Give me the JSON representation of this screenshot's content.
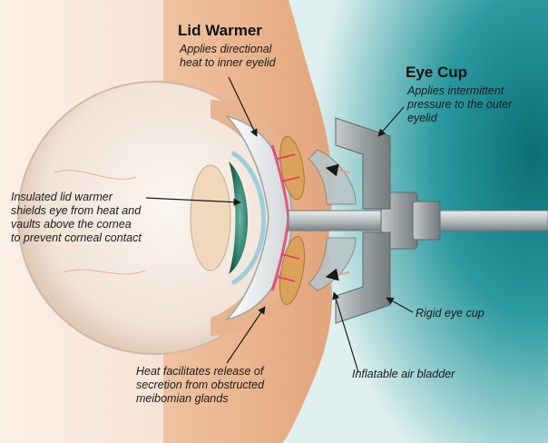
{
  "lid_warmer": {
    "title": "Lid Warmer",
    "desc_line1": "Applies directional",
    "desc_line2": "heat to inner eyelid"
  },
  "eye_cup": {
    "title": "Eye Cup",
    "desc_line1": "Applies intermittent",
    "desc_line2": "pressure to the outer",
    "desc_line3": "eyelid"
  },
  "insulated": {
    "line1": "Insulated lid warmer",
    "line2": "shields eye from heat and",
    "line3": "vaults above the cornea",
    "line4": "to prevent corneal contact"
  },
  "heat": {
    "line1": "Heat facilitates release of",
    "line2": "secretion from obstructed",
    "line3": "meibomian glands"
  },
  "rigid_cup": {
    "label": "Rigid eye cup"
  },
  "bladder": {
    "label": "Inflatable air bladder"
  },
  "colors": {
    "skin": "#e8b089",
    "teal": "#1f8f94",
    "sclera": "#f4ede6",
    "iris": "#2e7f6c",
    "device_gray": "#9aa1a3",
    "heat_pink": "#e7336a",
    "gland_tan": "#d8a257"
  }
}
